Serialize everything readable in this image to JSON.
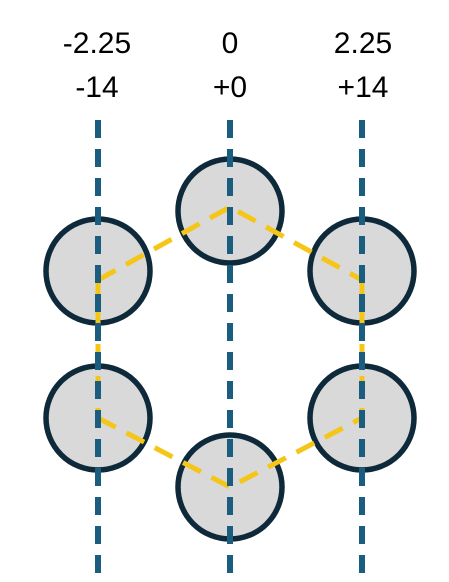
{
  "columns": [
    {
      "top": "-2.25",
      "bottom": "-14"
    },
    {
      "top": "0",
      "bottom": "+0"
    },
    {
      "top": "2.25",
      "bottom": "+14"
    }
  ],
  "colors": {
    "guide_line": "#1b5d7f",
    "zigzag": "#f5c518",
    "circle_fill": "#d9d9d9",
    "circle_stroke": "#0e2a3a"
  }
}
